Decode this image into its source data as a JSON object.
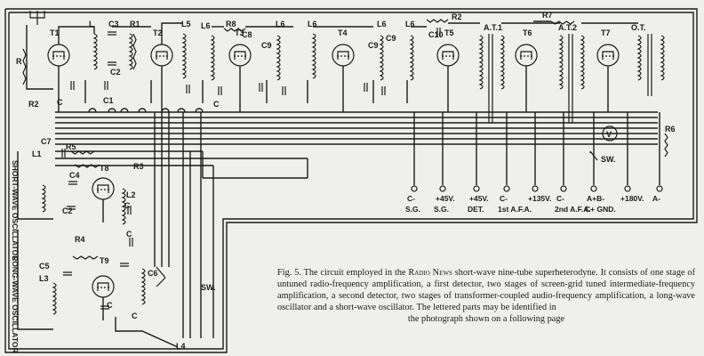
{
  "figure": {
    "caption_lines": [
      "Fig. 5.  The circuit employed in the ",
      "Radio News",
      " short-wave nine-tube superheterodyne.  It consists of one stage of untuned radio-frequency amplification, a first detector, two stages of screen-grid tuned intermediate-frequency amplification, a second detector, two stages of transformer-coupled audio-frequency amplification, a long-wave oscillator and a short-wave oscillator.  The lettered parts may be identified in",
      "the photograph shown on a following page"
    ]
  },
  "labels": {
    "tubes": [
      "T1",
      "T2",
      "T3",
      "T4",
      "T5",
      "T6",
      "T7",
      "T8",
      "T9"
    ],
    "coils": [
      "L",
      "L5",
      "L6",
      "L6",
      "L6",
      "L6",
      "L6",
      "L1",
      "L2",
      "L3",
      "L4",
      "R4",
      "C5",
      "C6"
    ],
    "resistors": [
      "R",
      "R1",
      "R2",
      "R2",
      "R3",
      "R5",
      "R6",
      "R7",
      "R8"
    ],
    "capacitors": [
      "C3",
      "C2",
      "C",
      "C1",
      "C",
      "C8",
      "C9",
      "C9",
      "C9",
      "C10",
      "C7",
      "C4",
      "C2",
      "C",
      "C",
      "C",
      "C"
    ],
    "transformers": [
      "A.T.1",
      "A.T.2",
      "O.T."
    ],
    "switch": "SW.",
    "switch_lower": "SW.",
    "meter": "V",
    "oscillator_short": "SHORT-WAVE OSCILLATOR",
    "oscillator_long": "LONG-WAVE OSCILLATOR"
  },
  "terminals": [
    {
      "top": "C-",
      "bottom": "S.G."
    },
    {
      "top": "+45V.",
      "bottom": "S.G."
    },
    {
      "top": "+45V.",
      "bottom": "DET."
    },
    {
      "top": "C-",
      "bottom": "1st A.F.A."
    },
    {
      "top": "+135V.",
      "bottom": ""
    },
    {
      "top": "C-",
      "bottom": "2nd A.F.A."
    },
    {
      "top": "A+B-",
      "bottom": "C+ GND."
    },
    {
      "top": "+180V.",
      "bottom": ""
    },
    {
      "top": "A-",
      "bottom": ""
    }
  ]
}
